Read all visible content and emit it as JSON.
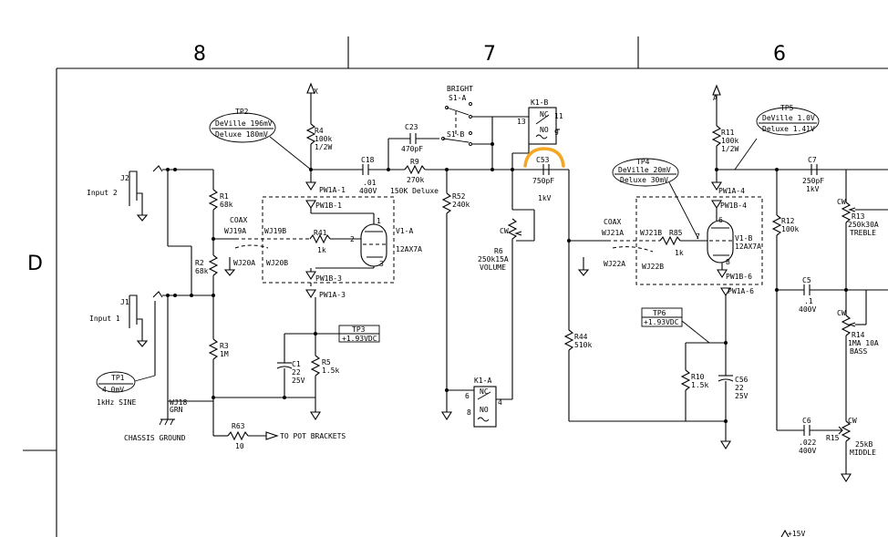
{
  "zones": {
    "z8": "8",
    "z7": "7",
    "z6": "6",
    "rowD": "D"
  },
  "inputs": {
    "j2": "J2",
    "in2": "Input 2",
    "j1": "J1",
    "in1": "Input 1"
  },
  "tp": {
    "tp1": "TP1",
    "tp1v": "4.0mV",
    "tp1sig": "1kHz SINE",
    "tp2": "TP2",
    "tp2a": "DeVille 196mV",
    "tp2b": "Deluxe 180mV",
    "tp3": "TP3",
    "tp3v": "+1.93VDC",
    "tp4": "TP4",
    "tp4a": "DeVille 20mV",
    "tp4b": "Deluxe 30mV",
    "tp5": "TP5",
    "tp5a": "DeVille  1.0V",
    "tp5b": "Deluxe 1.41V",
    "tp6": "TP6",
    "tp6v": "+1.93VDC"
  },
  "parts": {
    "r1": "R1",
    "r1v": "68k",
    "r2": "R2",
    "r2v": "68k",
    "r3": "R3",
    "r3v": "1M",
    "r4": "R4",
    "r4v": "100k",
    "r4w": "1/2W",
    "r5": "R5",
    "r5v": "1.5k",
    "r9": "R9",
    "r9v": "270k",
    "r9n": "150K Deluxe",
    "r41": "R41",
    "r41v": "1k",
    "r44": "R44",
    "r44v": "510k",
    "r52": "R52",
    "r52v": "240k",
    "r63": "R63",
    "r63v": "10",
    "r6": "R6",
    "r6v": "250k15A",
    "r6n": "VOLUME",
    "r85": "R85",
    "r85v": "1k",
    "r10": "R10",
    "r10v": "1.5k",
    "r11": "R11",
    "r11v": "100k",
    "r11w": "1/2W",
    "r12": "R12",
    "r12v": "100k",
    "r13": "R13",
    "r13v": "250k30A",
    "r13n": "TREBLE",
    "r14": "R14",
    "r14v": "1MA 10A",
    "r14n": "BASS",
    "r15": "R15",
    "r15v": "25kB",
    "r15n": "MIDDLE",
    "c1": "C1",
    "c1a": "22",
    "c1b": "25V",
    "c18": "C18",
    "c18a": ".01",
    "c18b": "400V",
    "c23": "C23",
    "c23v": "470pF",
    "c53": "C53",
    "c53a": "750pF",
    "c53b": "1kV",
    "c56": "C56",
    "c56a": "22",
    "c56b": "25V",
    "c7": "C7",
    "c7a": "250pF",
    "c7b": "1kV",
    "c5": "C5",
    "c5a": ".1",
    "c5b": "400V",
    "c6": "C6",
    "c6a": ".022",
    "c6b": "400V",
    "v1a": "V1-A",
    "v1at": "12AX7A",
    "v1b": "V1-B",
    "v1bt": "12AX7A",
    "k1a": "K1-A",
    "k1b": "K1-B",
    "nc": "NC",
    "no": "NO",
    "bright": "BRIGHT",
    "s1a": "S1-A",
    "s1b": "S1-B",
    "cw": "CW"
  },
  "nets": {
    "pw1a1": "PW1A-1",
    "pw1b1": "PW1B-1",
    "pw1b3": "PW1B-3",
    "pw1a3": "PW1A-3",
    "pw1a4": "PW1A-4",
    "pw1b4": "PW1B-4",
    "pw1b6": "PW1B-6",
    "pw1a6": "PW1A-6",
    "coax1": "COAX",
    "wj19a": "WJ19A",
    "wj19b": "WJ19B",
    "wj20a": "WJ20A",
    "wj20b": "WJ20B",
    "coax2": "COAX",
    "wj21a": "WJ21A",
    "wj21b": "WJ21B",
    "wj22a": "WJ22A",
    "wj22b": "WJ22B",
    "wj18": "WJ18",
    "grn": "GRN",
    "chassis": "CHASSIS GROUND",
    "pot": "TO POT BRACKETS",
    "x": "X",
    "a": "A",
    "v15": "+15V"
  },
  "pins": {
    "p1": "1",
    "p2": "2",
    "p3": "3",
    "p6": "6",
    "p7": "7",
    "p8": "8",
    "k13": "13",
    "k11": "11",
    "k9": "9",
    "k6": "6",
    "k4": "4",
    "k8": "8"
  }
}
